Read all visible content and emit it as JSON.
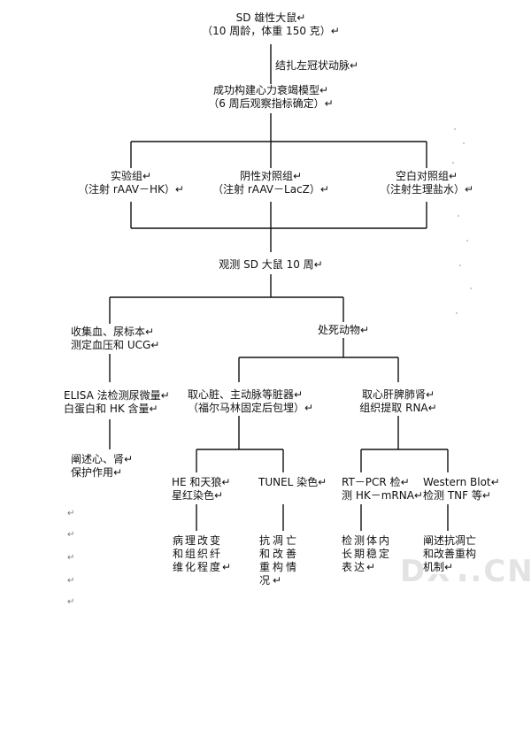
{
  "start": {
    "line1": "SD 雄性大鼠↵",
    "line2": "（10 周龄，体重 150 克）↵"
  },
  "step_ligation": "结扎左冠状动脉↵",
  "model": {
    "line1": "成功构建心力衰竭模型↵",
    "line2": "（6 周后观察指标确定）↵"
  },
  "groups": [
    {
      "line1": "实验组↵",
      "line2": "（注射 rAAV－HK）↵"
    },
    {
      "line1": "阴性对照组↵",
      "line2": "（注射 rAAV－LacZ）↵"
    },
    {
      "line1": "空白对照组↵",
      "line2": "（注射生理盐水）↵"
    }
  ],
  "observe": "观测 SD 大鼠 10 周↵",
  "left_branch": {
    "collect": {
      "line1": "收集血、尿标本↵",
      "line2": "测定血压和 UCG↵"
    },
    "elisa": {
      "line1": "ELISA 法检测尿微量↵",
      "line2": "白蛋白和 HK 含量↵"
    },
    "kidney": {
      "line1": "阐述心、肾↵",
      "line2": "保护作用↵"
    }
  },
  "sacrifice": "处死动物↵",
  "organs": {
    "line1": "取心脏、主动脉等脏器↵",
    "line2": "（福尔马林固定后包埋）↵"
  },
  "rna_source": {
    "line1": "取心肝脾肺肾↵",
    "line2": "组织提取 RNA↵"
  },
  "he_stain": {
    "line1": "HE 和天狼↵",
    "line2": "星红染色↵"
  },
  "tunel": "TUNEL 染色↵",
  "rtpcr": {
    "line1": "RT－PCR 检↵",
    "line2": "测 HK－mRNA↵"
  },
  "western": {
    "line1": "Western Blot↵",
    "line2": "检测 TNF 等↵"
  },
  "results": {
    "fibrosis": [
      "病理改变",
      "和组织纤",
      "维化程度↵"
    ],
    "apoptosis": [
      "抗凋亡",
      "和改善",
      "重构情",
      "况↵"
    ],
    "expression": [
      "检测体内",
      "长期稳定",
      "表达↵"
    ],
    "mechanism": [
      "阐述抗凋亡",
      "和改善重构",
      "机制↵"
    ]
  },
  "stray_marks": [
    "↵",
    "↵",
    "↵",
    "↵",
    "↵"
  ],
  "watermark": "DXY.CN"
}
